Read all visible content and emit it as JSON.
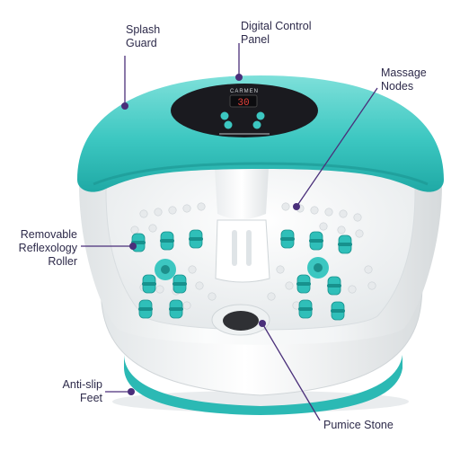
{
  "callouts": {
    "splash_guard": [
      "Splash",
      "Guard"
    ],
    "control_panel": [
      "Digital Control",
      "Panel"
    ],
    "massage_nodes": [
      "Massage",
      "Nodes"
    ],
    "reflexology_roller": [
      "Removable",
      "Reflexology",
      "Roller"
    ],
    "antislip_feet": [
      "Anti-slip",
      "Feet"
    ],
    "pumice_stone": "Pumice Stone"
  },
  "device": {
    "brand": "CARMEN",
    "display_value": "30"
  },
  "colors": {
    "teal": "#3cc7c1",
    "teal_dark": "#1fa9a5",
    "shell": "#f4f6f7",
    "panel": "#1a1a1f",
    "display": "#e8423a",
    "callout": "#4a2f7a",
    "text": "#2d2a4a"
  }
}
